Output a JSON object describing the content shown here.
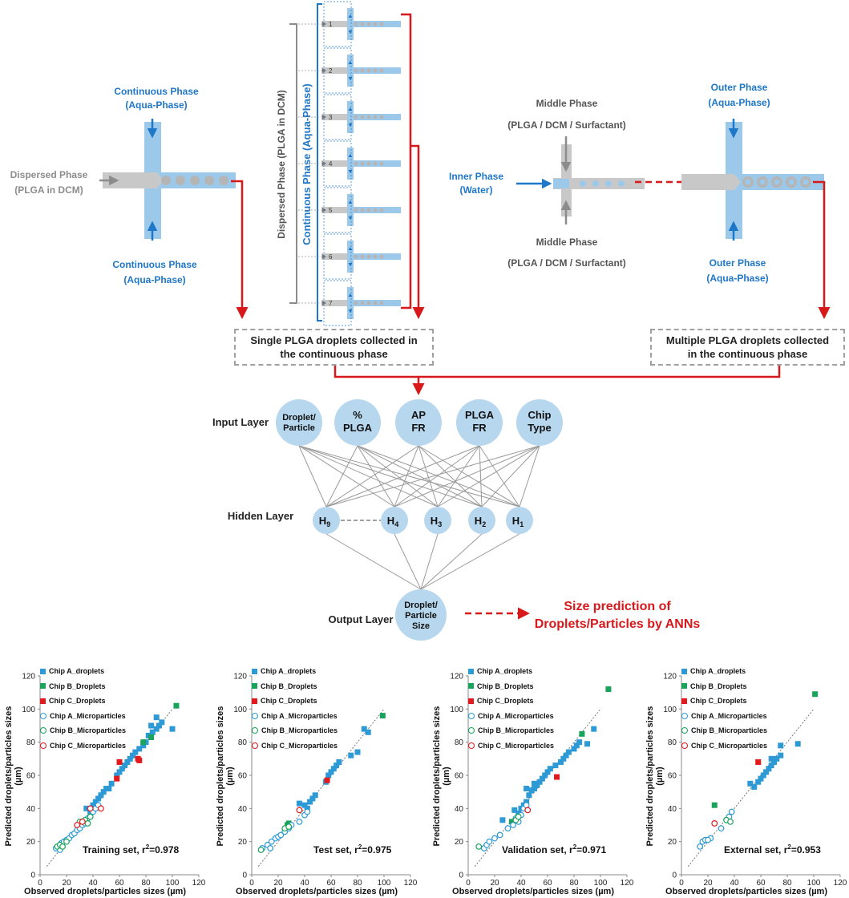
{
  "microfluidics": {
    "single": {
      "continuous_top": [
        "Continuous Phase",
        "(Aqua-Phase)"
      ],
      "continuous_bottom": [
        "Continuous Phase",
        "(Aqua-Phase)"
      ],
      "dispersed": [
        "Dispersed Phase",
        "(PLGA in DCM)"
      ]
    },
    "parallel": {
      "dispersed_label": "Dispersed Phase (PLGA in DCM)",
      "continuous_label": "Continuous Phase (Aqua-Phase)",
      "channels": [
        "1",
        "2",
        "3",
        "4",
        "5",
        "6",
        "7"
      ]
    },
    "double": {
      "middle_top": [
        "Middle Phase",
        "(PLGA / DCM / Surfactant)"
      ],
      "middle_bottom": [
        "Middle Phase",
        "(PLGA / DCM / Surfactant)"
      ],
      "inner": [
        "Inner Phase",
        "(Water)"
      ],
      "outer_top": [
        "Outer Phase",
        "(Aqua-Phase)"
      ],
      "outer_bottom": [
        "Outer Phase",
        "(Aqua-Phase)"
      ]
    },
    "box_single": [
      "Single PLGA droplets collected in",
      "the continuous phase"
    ],
    "box_multiple": [
      "Multiple PLGA droplets collected",
      "in the continuous phase"
    ]
  },
  "ann": {
    "input_layer": "Input Layer",
    "hidden_layer": "Hidden Layer",
    "output_layer": "Output Layer",
    "inputs": [
      [
        "Droplet/",
        "Particle"
      ],
      [
        "%",
        "PLGA"
      ],
      [
        "AP",
        "FR"
      ],
      [
        "PLGA",
        "FR"
      ],
      [
        "Chip",
        "Type"
      ]
    ],
    "hidden": [
      {
        "b": "H",
        "s": "9"
      },
      {
        "b": "H",
        "s": "4"
      },
      {
        "b": "H",
        "s": "3"
      },
      {
        "b": "H",
        "s": "2"
      },
      {
        "b": "H",
        "s": "1"
      }
    ],
    "output": [
      "Droplet/",
      "Particle",
      "Size"
    ],
    "prediction": [
      "Size prediction of",
      "Droplets/Particles by ANNs"
    ]
  },
  "colors": {
    "blue": "#1f77c8",
    "chip_a": "#2d9ad6",
    "chip_b": "#1aa35b",
    "chip_c": "#e31a1c",
    "red_line": "#d7191c",
    "node_fill": "#b6d7ee",
    "grey": "#8c8c8c"
  },
  "legend": [
    "Chip A_droplets",
    "Chip B_Droplets",
    "Chip C_Droplets",
    "Chip A_Microparticles",
    "Chip B_Microparticles",
    "Chip C_Microparticles"
  ],
  "chart_data": [
    {
      "type": "scatter",
      "xlabel": "Observed droplets/particles sizes (µm)",
      "ylabel": "Predicted droplets/particles sizes (µm)",
      "annotation": {
        "text": "Training set, r",
        "sup": "2",
        "value": "=0.978"
      },
      "xlim": [
        0,
        120
      ],
      "ylim": [
        0,
        120
      ],
      "xticks": [
        "0",
        "20",
        "40",
        "60",
        "80",
        "100",
        "120"
      ],
      "yticks": [
        "0",
        "20",
        "40",
        "60",
        "80",
        "100",
        "120"
      ],
      "series": [
        {
          "name": "Chip A_droplets",
          "marker": "square",
          "points": [
            [
              35,
              40
            ],
            [
              38,
              38
            ],
            [
              40,
              42
            ],
            [
              42,
              44
            ],
            [
              44,
              46
            ],
            [
              46,
              48
            ],
            [
              48,
              50
            ],
            [
              50,
              52
            ],
            [
              52,
              52
            ],
            [
              54,
              55
            ],
            [
              58,
              60
            ],
            [
              60,
              62
            ],
            [
              62,
              64
            ],
            [
              64,
              66
            ],
            [
              66,
              68
            ],
            [
              68,
              70
            ],
            [
              70,
              72
            ],
            [
              72,
              74
            ],
            [
              75,
              76
            ],
            [
              78,
              78
            ],
            [
              80,
              80
            ],
            [
              82,
              84
            ],
            [
              85,
              86
            ],
            [
              88,
              88
            ],
            [
              90,
              90
            ],
            [
              92,
              92
            ],
            [
              88,
              95
            ],
            [
              100,
              88
            ],
            [
              84,
              90
            ]
          ]
        },
        {
          "name": "Chip B_Droplets",
          "marker": "square",
          "points": [
            [
              103,
              102
            ],
            [
              84,
              83
            ],
            [
              78,
              80
            ]
          ]
        },
        {
          "name": "Chip C_Droplets",
          "marker": "square",
          "points": [
            [
              60,
              68
            ],
            [
              75,
              69
            ],
            [
              74,
              70
            ],
            [
              58,
              58
            ]
          ]
        },
        {
          "name": "Chip A_Microparticles",
          "marker": "circle",
          "points": [
            [
              12,
              16
            ],
            [
              14,
              17
            ],
            [
              15,
              18
            ],
            [
              16,
              19
            ],
            [
              18,
              20
            ],
            [
              20,
              21
            ],
            [
              22,
              22
            ],
            [
              24,
              24
            ],
            [
              26,
              25
            ],
            [
              28,
              27
            ],
            [
              30,
              28
            ],
            [
              32,
              30
            ],
            [
              34,
              31
            ],
            [
              36,
              34
            ],
            [
              38,
              35
            ],
            [
              40,
              38
            ],
            [
              42,
              40
            ],
            [
              44,
              42
            ],
            [
              15,
              15
            ]
          ]
        },
        {
          "name": "Chip B_Microparticles",
          "marker": "circle",
          "points": [
            [
              13,
              17
            ],
            [
              15,
              18
            ],
            [
              17,
              17
            ],
            [
              20,
              20
            ],
            [
              30,
              32
            ],
            [
              34,
              33
            ],
            [
              38,
              35
            ],
            [
              36,
              31
            ]
          ]
        },
        {
          "name": "Chip C_Microparticles",
          "marker": "circle",
          "points": [
            [
              28,
              30
            ],
            [
              32,
              32
            ],
            [
              38,
              40
            ],
            [
              46,
              40
            ]
          ]
        }
      ]
    },
    {
      "type": "scatter",
      "xlabel": "Observed droplets/particles sizes (µm)",
      "ylabel": "Predicted droplets/particles sizes (µm)",
      "annotation": {
        "text": "Test set, r",
        "sup": "2",
        "value": "=0.975"
      },
      "xlim": [
        0,
        120
      ],
      "ylim": [
        0,
        120
      ],
      "xticks": [
        "0",
        "20",
        "40",
        "60",
        "80",
        "100",
        "120"
      ],
      "yticks": [
        "0",
        "20",
        "40",
        "60",
        "80",
        "100",
        "120"
      ],
      "series": [
        {
          "name": "Chip A_droplets",
          "marker": "square",
          "points": [
            [
              36,
              43
            ],
            [
              40,
              42
            ],
            [
              42,
              40
            ],
            [
              44,
              44
            ],
            [
              46,
              46
            ],
            [
              48,
              48
            ],
            [
              56,
              56
            ],
            [
              58,
              60
            ],
            [
              60,
              62
            ],
            [
              62,
              64
            ],
            [
              64,
              66
            ],
            [
              66,
              68
            ],
            [
              75,
              72
            ],
            [
              80,
              74
            ],
            [
              85,
              88
            ],
            [
              88,
              86
            ]
          ]
        },
        {
          "name": "Chip B_Droplets",
          "marker": "square",
          "points": [
            [
              99,
              96
            ],
            [
              28,
              31
            ],
            [
              27,
              30
            ]
          ]
        },
        {
          "name": "Chip C_Droplets",
          "marker": "square",
          "points": [
            [
              57,
              57
            ]
          ]
        },
        {
          "name": "Chip A_Microparticles",
          "marker": "circle",
          "points": [
            [
              8,
              16
            ],
            [
              12,
              18
            ],
            [
              15,
              20
            ],
            [
              18,
              22
            ],
            [
              20,
              23
            ],
            [
              22,
              24
            ],
            [
              25,
              26
            ],
            [
              28,
              28
            ],
            [
              30,
              30
            ],
            [
              36,
              32
            ],
            [
              40,
              36
            ],
            [
              42,
              38
            ],
            [
              14,
              16
            ]
          ]
        },
        {
          "name": "Chip B_Microparticles",
          "marker": "circle",
          "points": [
            [
              7,
              15
            ],
            [
              25,
              28
            ],
            [
              28,
              29
            ]
          ]
        },
        {
          "name": "Chip C_Microparticles",
          "marker": "circle",
          "points": [
            [
              36,
              39
            ]
          ]
        }
      ]
    },
    {
      "type": "scatter",
      "xlabel": "Observed droplets/particles sizes (µm)",
      "ylabel": "Predicted droplets/particles sizes (µm)",
      "annotation": {
        "text": "Validation set, r",
        "sup": "2",
        "value": "=0.971"
      },
      "xlim": [
        0,
        120
      ],
      "ylim": [
        0,
        120
      ],
      "xticks": [
        "0",
        "20",
        "40",
        "60",
        "80",
        "100",
        "120"
      ],
      "yticks": [
        "0",
        "20",
        "40",
        "60",
        "80",
        "100",
        "120"
      ],
      "series": [
        {
          "name": "Chip A_droplets",
          "marker": "square",
          "points": [
            [
              26,
              33
            ],
            [
              35,
              39
            ],
            [
              38,
              37
            ],
            [
              40,
              40
            ],
            [
              42,
              42
            ],
            [
              44,
              44
            ],
            [
              46,
              48
            ],
            [
              48,
              51
            ],
            [
              50,
              52
            ],
            [
              52,
              54
            ],
            [
              54,
              56
            ],
            [
              56,
              58
            ],
            [
              58,
              60
            ],
            [
              60,
              62
            ],
            [
              62,
              64
            ],
            [
              66,
              66
            ],
            [
              70,
              68
            ],
            [
              72,
              70
            ],
            [
              74,
              72
            ],
            [
              76,
              74
            ],
            [
              80,
              76
            ],
            [
              82,
              78
            ],
            [
              84,
              80
            ],
            [
              90,
              79
            ],
            [
              95,
              88
            ],
            [
              44,
              52
            ],
            [
              50,
              55
            ]
          ]
        },
        {
          "name": "Chip B_Droplets",
          "marker": "square",
          "points": [
            [
              106,
              112
            ],
            [
              86,
              85
            ],
            [
              33,
              32
            ]
          ]
        },
        {
          "name": "Chip C_Droplets",
          "marker": "square",
          "points": [
            [
              67,
              59
            ]
          ]
        },
        {
          "name": "Chip A_Microparticles",
          "marker": "circle",
          "points": [
            [
              12,
              16
            ],
            [
              14,
              18
            ],
            [
              16,
              20
            ],
            [
              20,
              22
            ],
            [
              24,
              24
            ],
            [
              30,
              28
            ],
            [
              34,
              30
            ],
            [
              36,
              34
            ],
            [
              40,
              36
            ],
            [
              42,
              40
            ],
            [
              44,
              42
            ],
            [
              38,
              32
            ]
          ]
        },
        {
          "name": "Chip B_Microparticles",
          "marker": "circle",
          "points": [
            [
              8,
              17
            ],
            [
              36,
              33
            ],
            [
              38,
              35
            ]
          ]
        },
        {
          "name": "Chip C_Microparticles",
          "marker": "circle",
          "points": [
            [
              45,
              39
            ]
          ]
        }
      ]
    },
    {
      "type": "scatter",
      "xlabel": "Observed droplets/particles sizes (µm)",
      "ylabel": "Predicted droplets/particles sizes (µm)",
      "annotation": {
        "text": "External set, r",
        "sup": "2",
        "value": "=0.953"
      },
      "xlim": [
        0,
        120
      ],
      "ylim": [
        0,
        120
      ],
      "xticks": [
        "0",
        "20",
        "40",
        "60",
        "80",
        "100",
        "120"
      ],
      "yticks": [
        "0",
        "20",
        "40",
        "60",
        "80",
        "100",
        "120"
      ],
      "series": [
        {
          "name": "Chip A_droplets",
          "marker": "square",
          "points": [
            [
              52,
              55
            ],
            [
              55,
              53
            ],
            [
              58,
              56
            ],
            [
              60,
              58
            ],
            [
              62,
              60
            ],
            [
              64,
              62
            ],
            [
              66,
              64
            ],
            [
              68,
              66
            ],
            [
              70,
              68
            ],
            [
              72,
              70
            ],
            [
              75,
              72
            ],
            [
              75,
              78
            ],
            [
              88,
              79
            ],
            [
              68,
              70
            ]
          ]
        },
        {
          "name": "Chip B_Droplets",
          "marker": "square",
          "points": [
            [
              101,
              109
            ],
            [
              25,
              42
            ]
          ]
        },
        {
          "name": "Chip C_Droplets",
          "marker": "square",
          "points": [
            [
              58,
              68
            ]
          ]
        },
        {
          "name": "Chip A_Microparticles",
          "marker": "circle",
          "points": [
            [
              14,
              17
            ],
            [
              16,
              20
            ],
            [
              18,
              21
            ],
            [
              22,
              22
            ],
            [
              30,
              28
            ],
            [
              34,
              33
            ],
            [
              36,
              35
            ],
            [
              38,
              38
            ],
            [
              20,
              21
            ]
          ]
        },
        {
          "name": "Chip B_Microparticles",
          "marker": "circle",
          "points": [
            [
              34,
              33
            ],
            [
              37,
              32
            ]
          ]
        },
        {
          "name": "Chip C_Microparticles",
          "marker": "circle",
          "points": [
            [
              25,
              31
            ]
          ]
        }
      ]
    }
  ]
}
